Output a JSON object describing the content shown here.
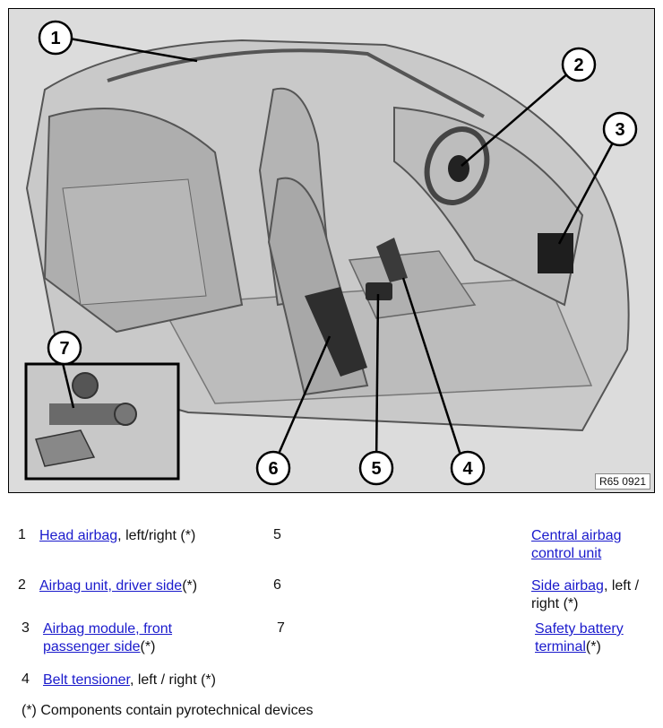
{
  "figure": {
    "reference_code": "R65 0921",
    "callout_numbers": [
      "1",
      "2",
      "3",
      "4",
      "5",
      "6",
      "7"
    ]
  },
  "legend": [
    {
      "number": "1",
      "link": "Head airbag",
      "suffix": ", left/right (*)"
    },
    {
      "number": "2",
      "link": "Airbag unit, driver side",
      "suffix": "(*)"
    },
    {
      "number": "3",
      "link_line1": "Airbag module, front",
      "link_line2": "passenger side",
      "suffix": "(*)"
    },
    {
      "number": "4",
      "link": "Belt tensioner",
      "suffix": ", left / right (*)"
    },
    {
      "number": "5",
      "link_line1": "Central airbag",
      "link_line2": "control unit"
    },
    {
      "number": "6",
      "link": "Side airbag",
      "suffix": ", left /",
      "line2": "right (*)"
    },
    {
      "number": "7",
      "link_line1": "Safety battery",
      "link_line2": "terminal",
      "suffix": "(*)"
    }
  ],
  "footnote": "(*) Components contain pyrotechnical devices"
}
